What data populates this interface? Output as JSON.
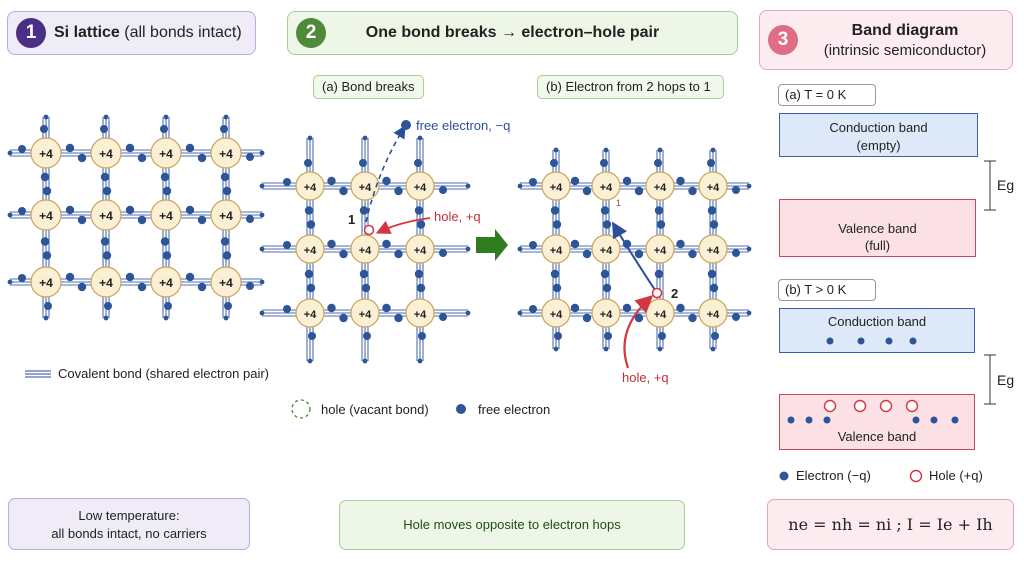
{
  "panel1": {
    "number": "1",
    "title": "Si lattice",
    "title_sub": "(all bonds intact)"
  },
  "panel2": {
    "number": "2",
    "title": "One bond breaks → electron–hole pair",
    "tag_a": "(a) Bond breaks",
    "tag_b": "(b) Electron from 2 hops to 1"
  },
  "panel3": {
    "number": "3",
    "title_line1": "Band diagram",
    "title_line2": "(intrinsic semiconductor)"
  },
  "lattice": {
    "core_label": "+4"
  },
  "annotations": {
    "free_electron": "free electron, −q",
    "hole_a": "hole, +q",
    "hole_b": "hole, +q",
    "site1": "1",
    "site2": "2",
    "site1b": "1"
  },
  "legend": {
    "covalent_bond": "Covalent bond (shared electron pair)",
    "hole": "hole (vacant bond)",
    "free_electron": "free electron",
    "electron": "Electron (−q)",
    "hole_band": "Hole (+q)"
  },
  "band_a": {
    "tag": "(a) T = 0 K",
    "conduction_l1": "Conduction band",
    "conduction_l2": "(empty)",
    "valence_l1": "Valence band",
    "valence_l2": "(full)",
    "gap": "Eg"
  },
  "band_b": {
    "tag": "(b) T > 0 K",
    "conduction": "Conduction band",
    "valence": "Valence band",
    "gap": "Eg"
  },
  "bottom": {
    "left_l1": "Low temperature:",
    "left_l2": "all bonds intact, no carriers",
    "middle": "Hole moves opposite to electron hops",
    "right": "ne = nh = ni ; I = Ie + Ih"
  },
  "colors": {
    "electron": "#2d5597",
    "core_fill": "#fbf0d3",
    "core_stroke": "#c9a45c",
    "bond": "#4f6fb0",
    "hole": "#d2373f",
    "arrow_green": "#2f7d1f"
  }
}
